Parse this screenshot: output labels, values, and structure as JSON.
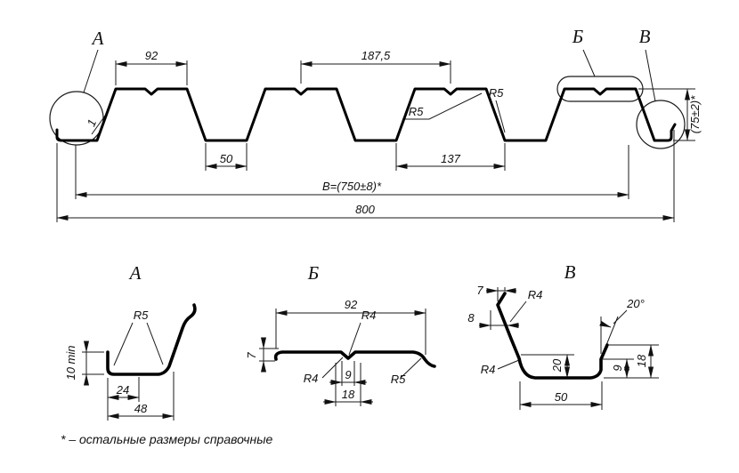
{
  "main": {
    "callout_a": "А",
    "callout_b": "Б",
    "callout_v": "В",
    "dim_92": "92",
    "dim_187_5": "187,5",
    "r5_flange": "R5",
    "r5_web": "R5",
    "thickness": "1",
    "dim_50": "50",
    "dim_137": "137",
    "dim_B": "B=(750±8)*",
    "dim_800": "800",
    "dim_height": "(75±2)*"
  },
  "detail_a": {
    "label": "А",
    "r5": "R5",
    "dim_10": "10 min",
    "dim_24": "24",
    "dim_48": "48"
  },
  "detail_b": {
    "label": "Б",
    "dim_92": "92",
    "r4_top": "R4",
    "r4_left": "R4",
    "dim_9": "9",
    "dim_18": "18",
    "r5": "R5",
    "dim_7": "7"
  },
  "detail_v": {
    "label": "В",
    "dim_7": "7",
    "r4_top": "R4",
    "dim_8": "8",
    "angle_20": "20°",
    "r4_left": "R4",
    "dim_20": "20",
    "dim_9": "9",
    "dim_18": "18",
    "dim_50": "50"
  },
  "footnote": "* – остальные размеры справочные"
}
